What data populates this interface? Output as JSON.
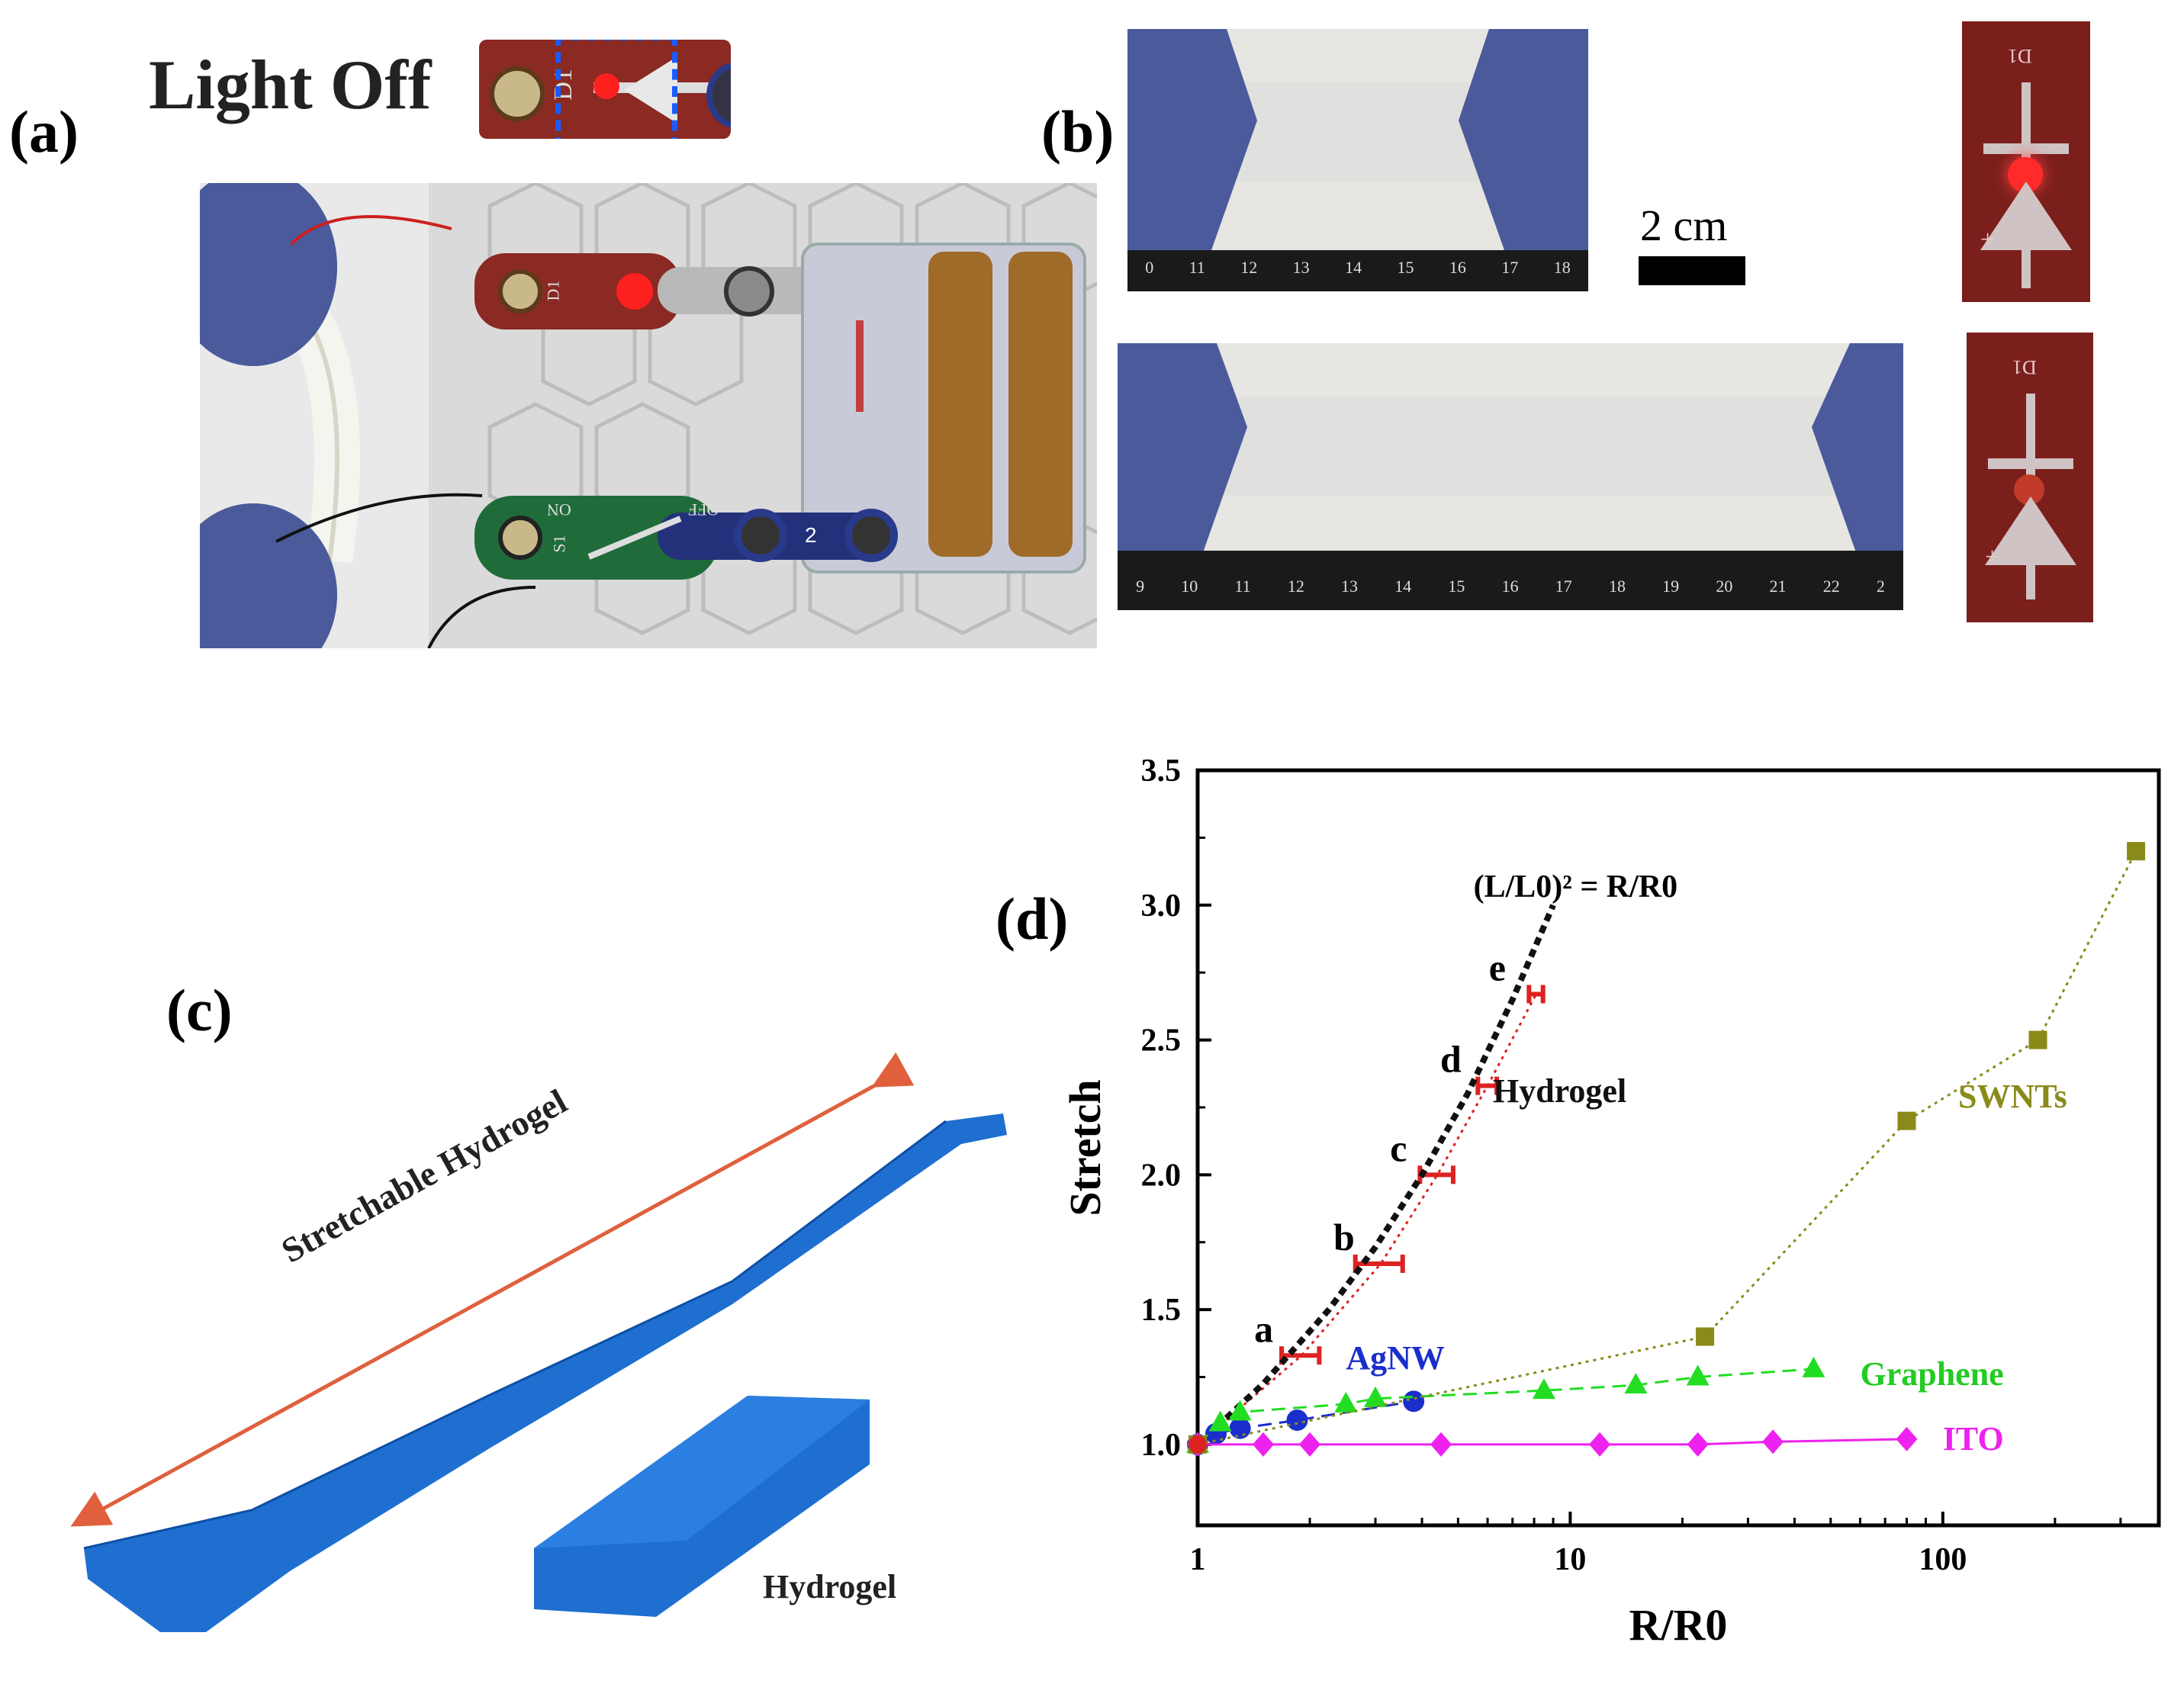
{
  "panels": {
    "a": {
      "label": "(a)",
      "caption": "Light Off",
      "module_number": "D1",
      "switch_text_on": "ON",
      "switch_text_off": "OFF",
      "switch_number": "S1",
      "battery_number": "2"
    },
    "b": {
      "label": "(b)",
      "scale_bar_text": "2 cm",
      "ruler_top_ticks": [
        "0",
        "11",
        "12",
        "13",
        "14",
        "15",
        "16",
        "17",
        "18"
      ],
      "ruler_bottom_ticks": [
        "9",
        "10",
        "11",
        "12",
        "13",
        "14",
        "15",
        "16",
        "17",
        "18",
        "19",
        "20",
        "21",
        "22",
        "2"
      ],
      "module_label": "D1"
    },
    "c": {
      "label": "(c)",
      "arrow_text": "Stretchable Hydrogel",
      "block_label": "Hydrogel"
    },
    "d": {
      "label": "(d)"
    }
  },
  "colors": {
    "hydrogel_blue": "#1e6fd0",
    "arrow_orange": "#e0603d",
    "glove": "#4a5a9a",
    "board_red": "#8a2a22",
    "board_green": "#1f6b3a"
  },
  "chart_data": {
    "type": "scatter",
    "title": "",
    "xlabel": "R/R0",
    "ylabel": "Stretch",
    "xscale": "log",
    "xlim": [
      1,
      380
    ],
    "ylim": [
      0.7,
      3.5
    ],
    "x_ticks": [
      "1",
      "10",
      "100"
    ],
    "y_ticks": [
      "1.0",
      "1.5",
      "2.0",
      "2.5",
      "3.0",
      "3.5"
    ],
    "equation_label": "(L/L0)² = R/R0",
    "point_letters": [
      "a",
      "b",
      "c",
      "d",
      "e"
    ],
    "series": [
      {
        "name": "Hydrogel",
        "color": "#dd2222",
        "marker": "errorbar",
        "line": "dotted",
        "x": [
          1.0,
          1.9,
          3.1,
          4.4,
          6.0,
          8.1
        ],
        "y": [
          1.0,
          1.33,
          1.67,
          2.0,
          2.33,
          2.67
        ],
        "xerr": [
          0.0,
          0.22,
          0.45,
          0.45,
          0.35,
          0.35
        ]
      },
      {
        "name": "",
        "color": "#111111",
        "marker": "none",
        "line": "dashed",
        "x": [
          1.0,
          1.5,
          2.25,
          3.0,
          4.0,
          5.3,
          7.0,
          9.0
        ],
        "y": [
          1.0,
          1.225,
          1.5,
          1.732,
          2.0,
          2.3,
          2.65,
          3.0
        ]
      },
      {
        "name": "AgNW",
        "color": "#1a2ecc",
        "marker": "circle",
        "line": "dashed",
        "x": [
          1.0,
          1.12,
          1.3,
          1.85,
          3.8
        ],
        "y": [
          1.0,
          1.04,
          1.06,
          1.09,
          1.16
        ]
      },
      {
        "name": "Graphene",
        "color": "#22dd22",
        "marker": "triangle",
        "line": "dashed",
        "x": [
          1.0,
          1.15,
          1.3,
          2.5,
          3.0,
          8.5,
          15,
          22,
          45
        ],
        "y": [
          1.0,
          1.08,
          1.12,
          1.15,
          1.17,
          1.2,
          1.22,
          1.25,
          1.28
        ]
      },
      {
        "name": "ITO",
        "color": "#ee22ee",
        "marker": "diamond",
        "line": "solid",
        "x": [
          1.0,
          1.5,
          2.0,
          4.5,
          12,
          22,
          35,
          80
        ],
        "y": [
          1.0,
          1.0,
          1.0,
          1.0,
          1.0,
          1.0,
          1.01,
          1.02
        ]
      },
      {
        "name": "SWNTs",
        "color": "#8a8a1a",
        "marker": "square",
        "line": "dotted",
        "x": [
          1.0,
          23,
          80,
          180,
          330
        ],
        "y": [
          1.0,
          1.4,
          2.2,
          2.5,
          3.2
        ]
      }
    ]
  }
}
